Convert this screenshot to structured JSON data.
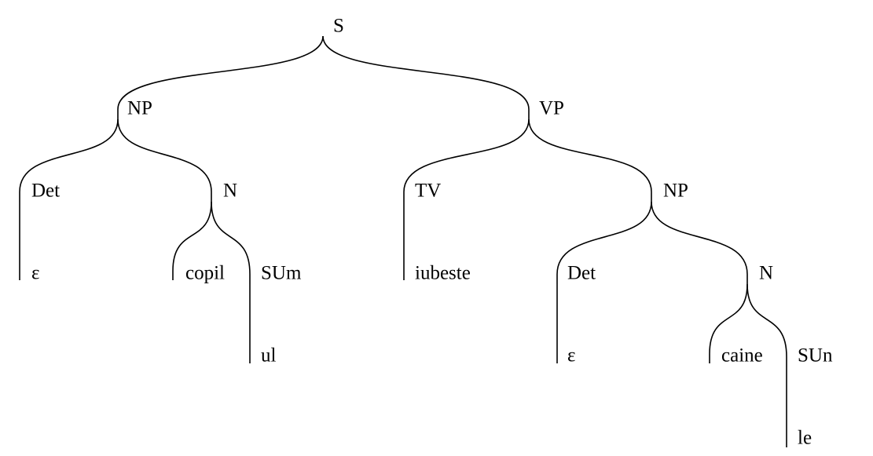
{
  "tree": {
    "nodes": {
      "s": "S",
      "np_subject": "NP",
      "vp": "VP",
      "det_subject": "Det",
      "n_subject": "N",
      "tv": "TV",
      "np_object": "NP",
      "eps_subject": "ε",
      "copil": "copil",
      "sum": "SUm",
      "iubeste": "iubeste",
      "det_object": "Det",
      "n_object": "N",
      "ul": "ul",
      "eps_object": "ε",
      "caine": "caine",
      "sun": "SUn",
      "le": "le"
    },
    "edges": [
      [
        "s",
        "np_subject"
      ],
      [
        "s",
        "vp"
      ],
      [
        "np_subject",
        "det_subject"
      ],
      [
        "np_subject",
        "n_subject"
      ],
      [
        "det_subject",
        "eps_subject"
      ],
      [
        "n_subject",
        "copil"
      ],
      [
        "n_subject",
        "sum"
      ],
      [
        "sum",
        "ul"
      ],
      [
        "vp",
        "tv"
      ],
      [
        "vp",
        "np_object"
      ],
      [
        "tv",
        "iubeste"
      ],
      [
        "np_object",
        "det_object"
      ],
      [
        "np_object",
        "n_object"
      ],
      [
        "det_object",
        "eps_object"
      ],
      [
        "n_object",
        "caine"
      ],
      [
        "n_object",
        "sun"
      ],
      [
        "sun",
        "le"
      ]
    ]
  }
}
